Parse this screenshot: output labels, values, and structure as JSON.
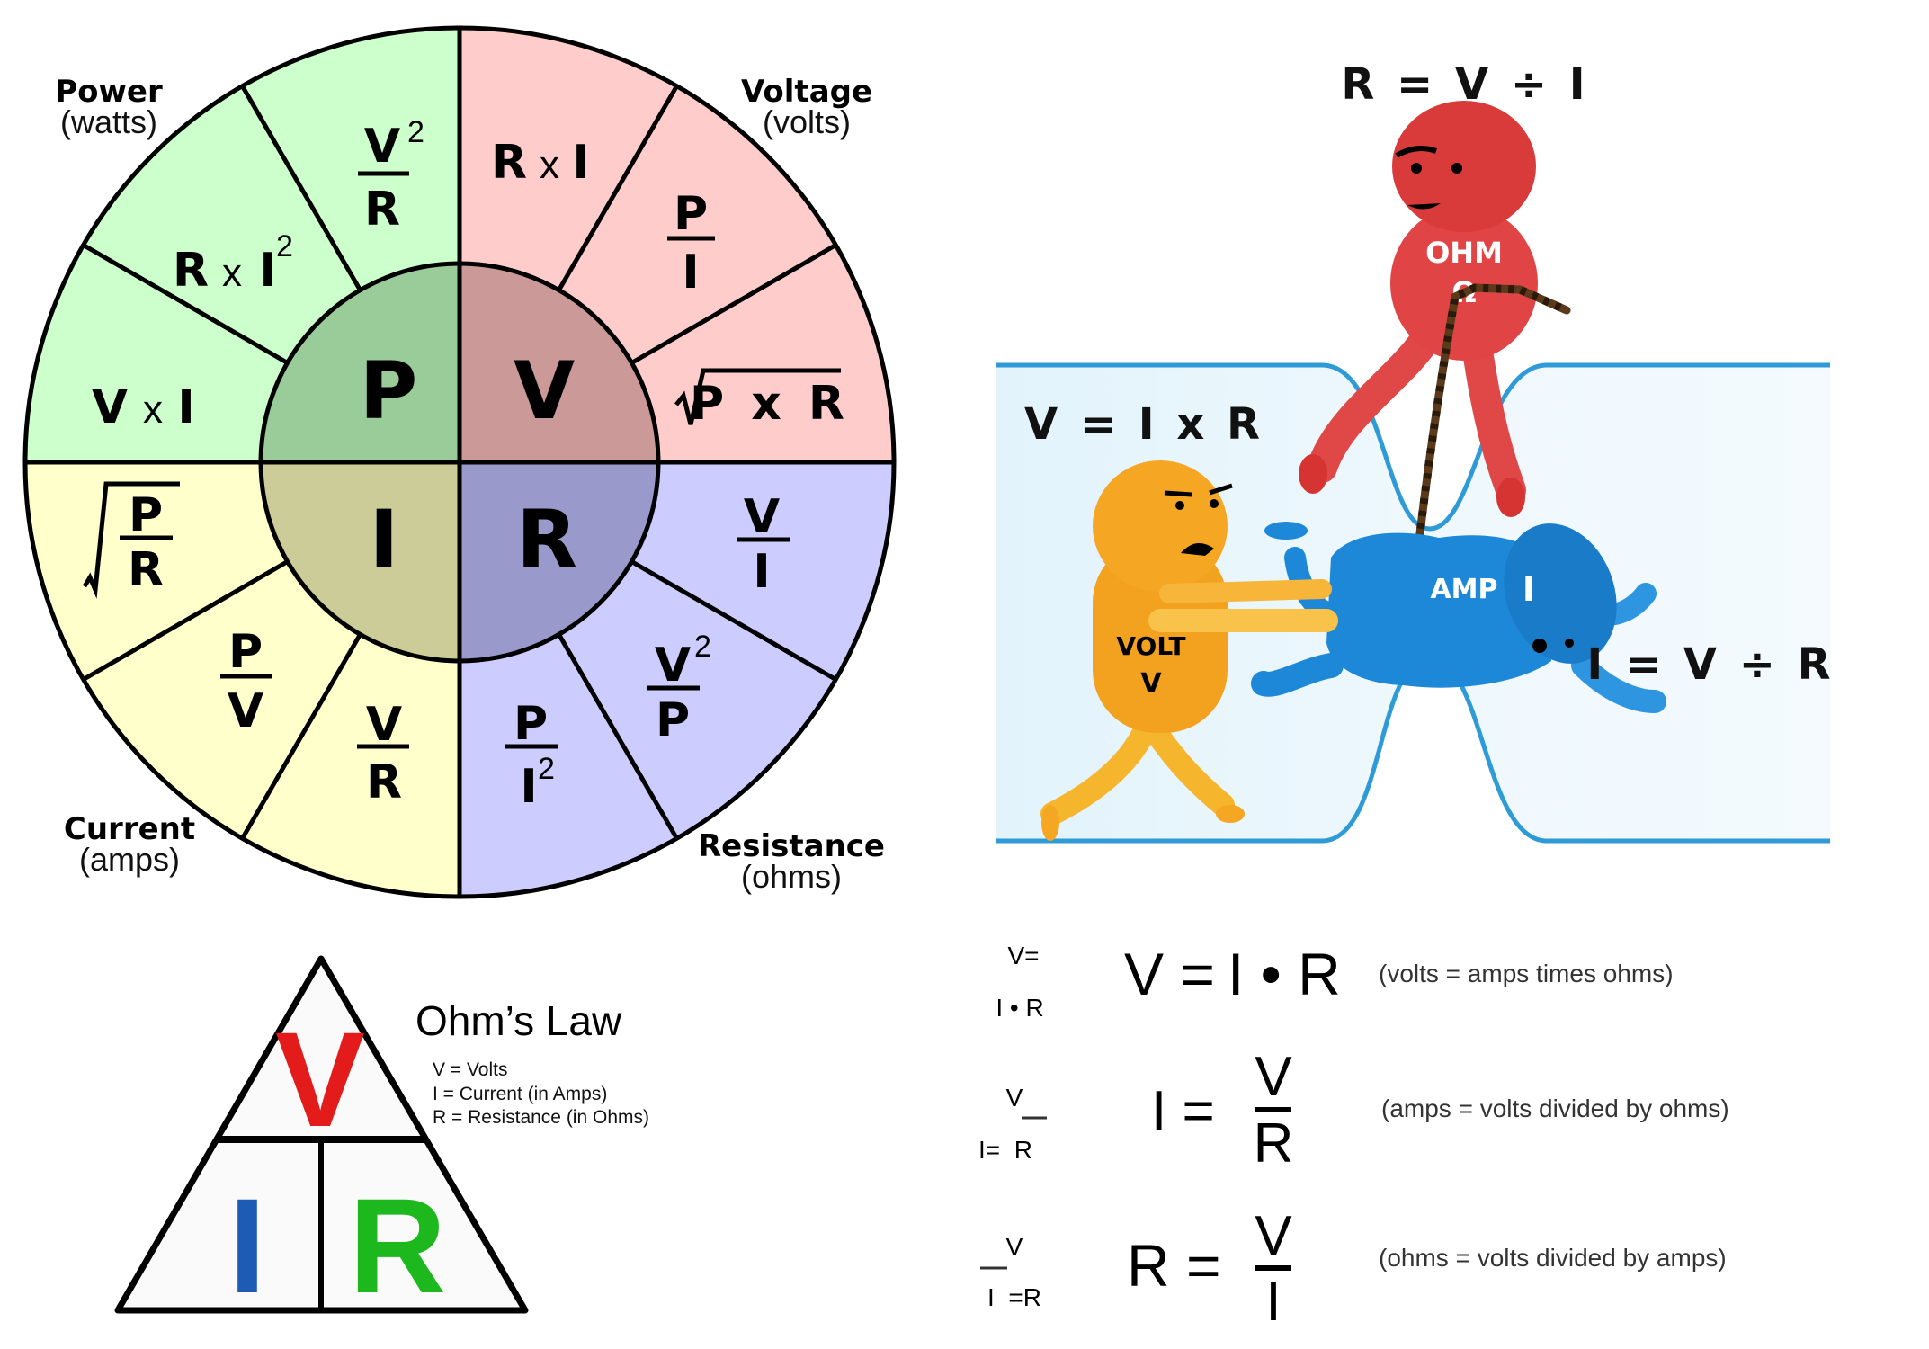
{
  "colors": {
    "power_outer": "#CCFFCC",
    "power_inner": "#99CC99",
    "voltage_outer": "#FFCCCC",
    "voltage_inner": "#CC9999",
    "current_outer": "#FFFFCC",
    "current_inner": "#CCCC99",
    "resistance_outer": "#CCCCFF",
    "resistance_inner": "#9999CC",
    "tube_line": "#2E9AD6",
    "tube_fill": "#E4F4FC",
    "ohm_red": "#D93A3A",
    "volt_orange": "#F5A623",
    "amp_blue": "#1E88D8",
    "triangle_v": "#E31B1B",
    "triangle_i": "#1E5BB5",
    "triangle_r": "#1DB81D"
  },
  "wheel": {
    "categories": {
      "power": {
        "name": "Power",
        "unit": "(watts)"
      },
      "voltage": {
        "name": "Voltage",
        "unit": "(volts)"
      },
      "current": {
        "name": "Current",
        "unit": "(amps)"
      },
      "resistance": {
        "name": "Resistance",
        "unit": "(ohms)"
      }
    },
    "centers": {
      "power": "P",
      "voltage": "V",
      "current": "I",
      "resistance": "R"
    },
    "segments": {
      "power": [
        {
          "type": "fraction",
          "num": "V",
          "num_sup": "2",
          "den": "R"
        },
        {
          "type": "product",
          "a": "R",
          "op": "x",
          "b": "I",
          "b_sup": "2"
        },
        {
          "type": "product",
          "a": "V",
          "op": "x",
          "b": "I"
        }
      ],
      "voltage": [
        {
          "type": "product",
          "a": "R",
          "op": "x",
          "b": "I"
        },
        {
          "type": "fraction",
          "num": "P",
          "den": "I"
        },
        {
          "type": "sqrt",
          "expr": "P x R"
        }
      ],
      "resistance": [
        {
          "type": "fraction",
          "num": "V",
          "den": "I"
        },
        {
          "type": "fraction",
          "num": "V",
          "num_sup": "2",
          "den": "P"
        },
        {
          "type": "fraction",
          "num": "P",
          "den": "I",
          "den_sup": "2"
        }
      ],
      "current": [
        {
          "type": "fraction",
          "num": "V",
          "den": "R"
        },
        {
          "type": "fraction",
          "num": "P",
          "den": "V"
        },
        {
          "type": "sqrt-fraction",
          "num": "P",
          "den": "R"
        }
      ]
    }
  },
  "cartoon": {
    "equations": {
      "resistance": "R = V ÷ I",
      "voltage": "V = I x R",
      "current": "I = V ÷ R"
    },
    "characters": {
      "ohm": {
        "label": "OHM",
        "symbol": "Ω"
      },
      "volt": {
        "label": "VOLT",
        "symbol": "V"
      },
      "amp": {
        "label": "AMP",
        "symbol": "I"
      }
    }
  },
  "triangle": {
    "title": "Ohm’s Law",
    "top": "V",
    "bottom_left": "I",
    "bottom_right": "R",
    "legend": [
      "V = Volts",
      "I = Current (in Amps)",
      "R = Resistance (in Ohms)"
    ]
  },
  "formulas": [
    {
      "small_top": "V=",
      "small_bottom": "I • R",
      "lhs": "V =",
      "rhs": "I • R",
      "rhs_type": "inline",
      "description": "(volts = amps times ohms)"
    },
    {
      "small_top": "V",
      "small_bottom": "I=  R",
      "lhs": "I =",
      "num": "V",
      "den": "R",
      "rhs_type": "fraction",
      "description": "(amps = volts divided by ohms)"
    },
    {
      "small_top": "V",
      "small_bottom": "I  =R",
      "lhs": "R =",
      "num": "V",
      "den": "I",
      "rhs_type": "fraction",
      "description": "(ohms = volts divided by amps)"
    }
  ]
}
